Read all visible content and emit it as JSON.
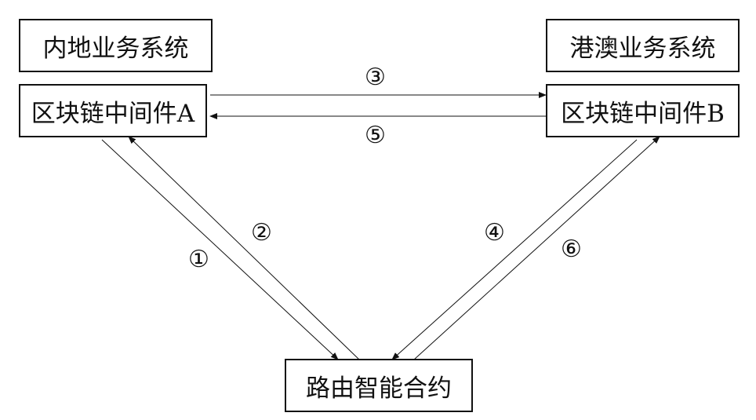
{
  "nodes": {
    "mainland_system": "内地业务系统",
    "hk_macau_system": "港澳业务系统",
    "middleware_a": "区块链中间件A",
    "middleware_b": "区块链中间件B",
    "routing_contract": "路由智能合约"
  },
  "steps": {
    "s1": "①",
    "s2": "②",
    "s3": "③",
    "s4": "④",
    "s5": "⑤",
    "s6": "⑥"
  },
  "colors": {
    "line": "#111111",
    "background": "#ffffff"
  }
}
